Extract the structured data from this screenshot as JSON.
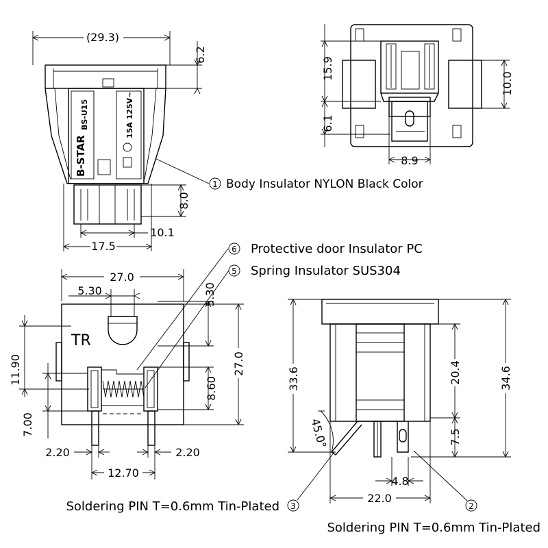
{
  "dimensions": {
    "top_left_width": "(29.3)",
    "top_left_top_height": "6.2",
    "top_left_pin_height": "8.0",
    "top_left_pin_width": "10.1",
    "top_left_base_width": "17.5",
    "top_right_height_a": "15.9",
    "top_right_height_b": "6.1",
    "top_right_height_c": "10.0",
    "top_right_width": "8.9",
    "front_width": "27.0",
    "front_door_width": "5.30",
    "front_door_height": "5.30",
    "front_height": "27.0",
    "front_left_height": "11.90",
    "front_spring_height": "8.60",
    "front_pin_offset": "7.00",
    "front_pin_left": "2.20",
    "front_pin_right": "2.20",
    "front_pin_span": "12.70",
    "side_total_height": "34.6",
    "side_body_height": "33.6",
    "side_upper_height": "20.4",
    "side_lower_height": "7.5",
    "side_angle": "45.0°",
    "side_pin_width": "4.8",
    "side_base_width": "22.0"
  },
  "body_labels": {
    "brand": "B-STAR",
    "model": "BS-U15",
    "rating": "15A 125V~",
    "mark": "TR"
  },
  "callouts": [
    {
      "number": "1",
      "text": "Body Insulator NYLON  Black  Color"
    },
    {
      "number": "6",
      "text": "Protective door Insulator PC"
    },
    {
      "number": "5",
      "text": "Spring Insulator SUS304"
    },
    {
      "number": "3",
      "text": "Soldering PIN T=0.6mm Tin-Plated"
    },
    {
      "number": "2",
      "text": "Soldering PIN T=0.6mm Tin-Plated"
    }
  ]
}
